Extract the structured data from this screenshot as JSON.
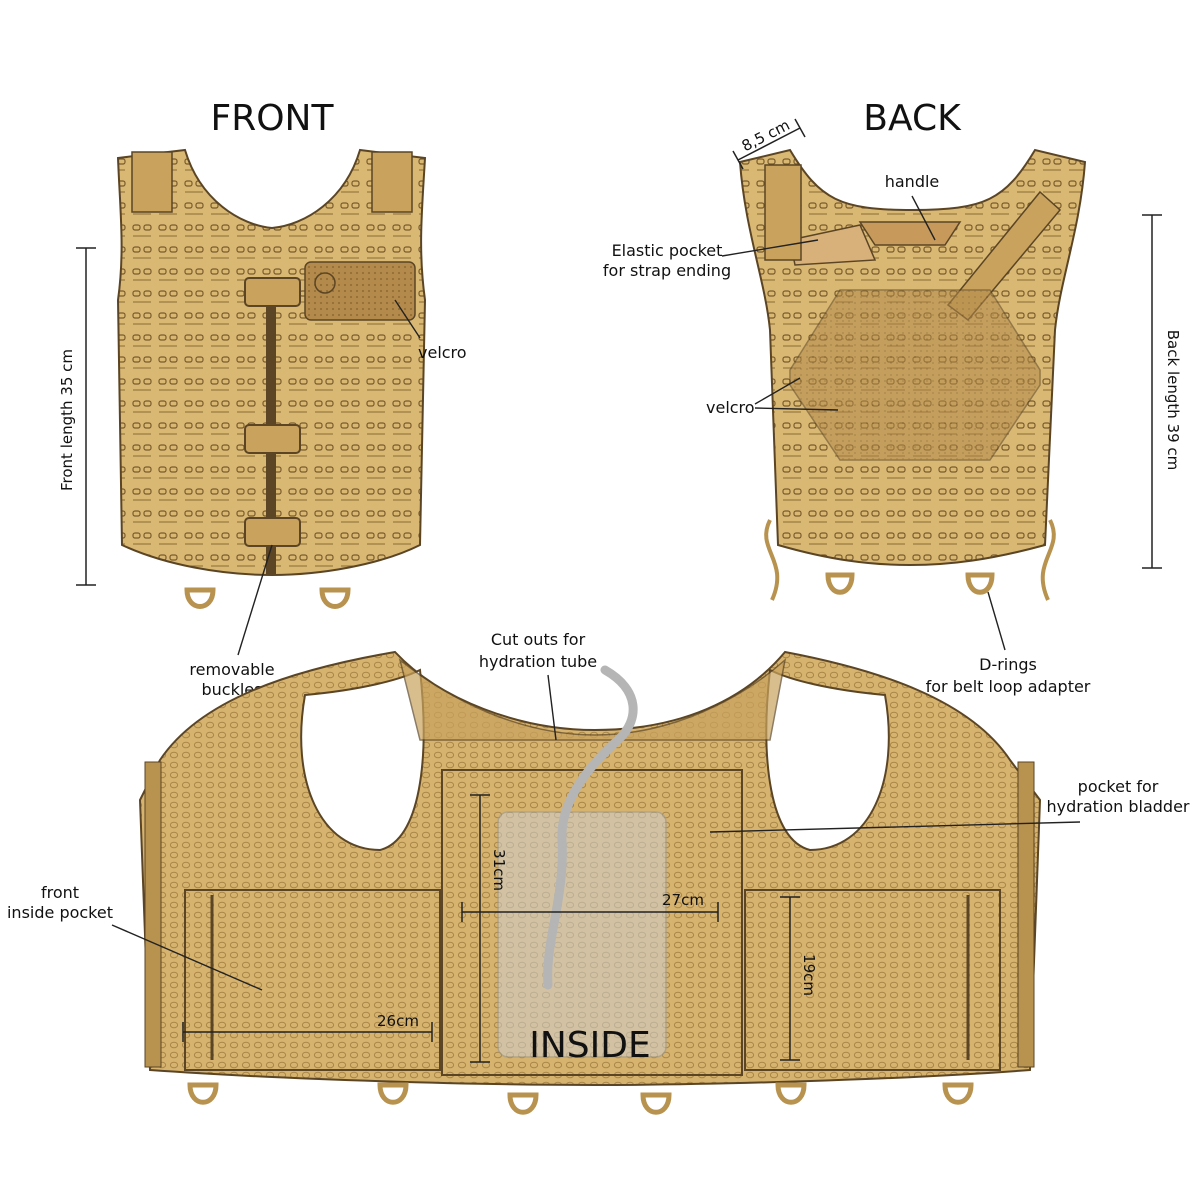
{
  "views": {
    "front": "FRONT",
    "back": "BACK",
    "inside": "INSIDE"
  },
  "labels": {
    "front_velcro": "velcro",
    "removable_buckles_1": "removable",
    "removable_buckles_2": "buckles",
    "handle": "handle",
    "elastic_pocket_1": "Elastic pocket",
    "elastic_pocket_2": "for strap ending",
    "back_velcro": "velcro",
    "d_rings_1": "D-rings",
    "d_rings_2": "for belt loop adapter",
    "cut_outs_1": "Cut outs for",
    "cut_outs_2": "hydration tube",
    "pocket_bladder_1": "pocket for",
    "pocket_bladder_2": "hydration bladder",
    "front_inside_pocket_1": "front",
    "front_inside_pocket_2": "inside pocket"
  },
  "dimensions": {
    "front_length": "Front length 35 cm",
    "back_length": "Back length 39 cm",
    "strap_width": "8,5 cm",
    "bladder_height": "31cm",
    "bladder_width": "27cm",
    "pocket_width": "26cm",
    "pocket_height": "19cm"
  },
  "colors": {
    "coyote": "#d6b36f",
    "coyote_dark": "#b8924f",
    "coyote_light": "#e2c487",
    "outline": "#5b4524",
    "tube": "#b5b5b5"
  }
}
